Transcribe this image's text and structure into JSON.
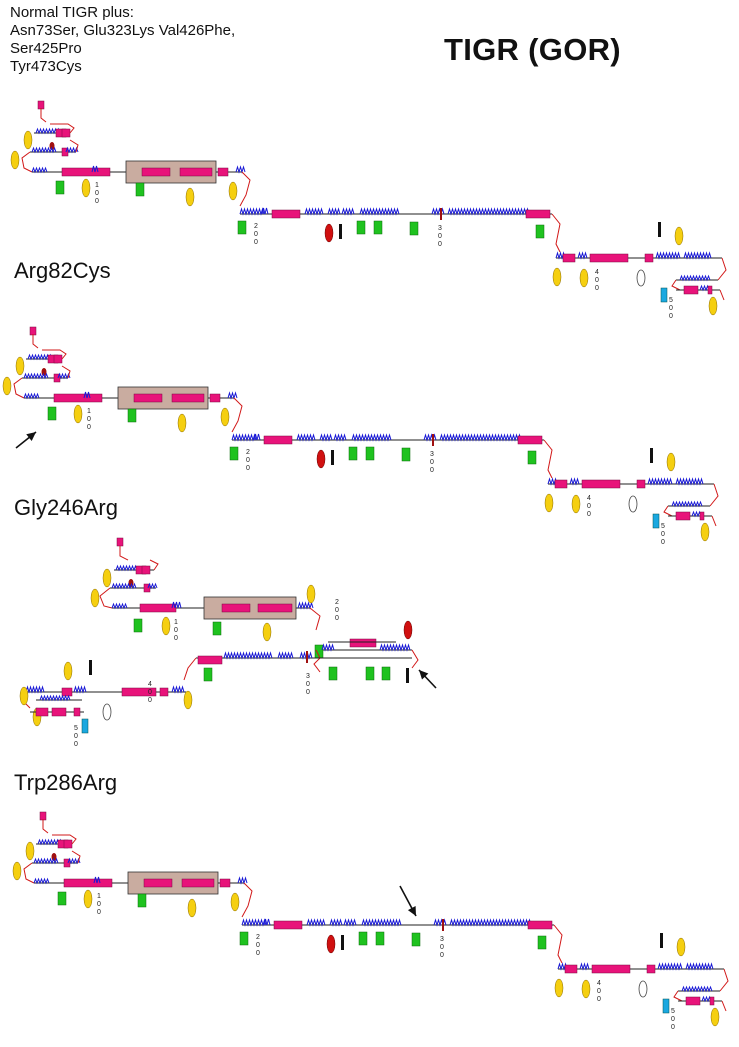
{
  "header": {
    "notes": [
      "Normal TIGR plus:",
      "Asn73Ser, Glu323Lys Val426Phe,",
      "Ser425Pro",
      "Tyr473Cys"
    ],
    "title": "TIGR (GOR)"
  },
  "panels": [
    {
      "label": ""
    },
    {
      "label": "Arg82Cys"
    },
    {
      "label": "Gly246Arg"
    },
    {
      "label": "Trp286Arg"
    }
  ],
  "position_markers": [
    "100",
    "200",
    "300",
    "400",
    "500"
  ],
  "colors": {
    "helix": "#e8137a",
    "strand_wave": "#1a1ad6",
    "coil": "#d21818",
    "domain_box": "#c9aca0",
    "site_green": "#1fc21f",
    "site_yellow": "#f5cf10",
    "site_red": "#d01010",
    "site_cyan": "#1aa8e0",
    "arrow": "#111111"
  }
}
